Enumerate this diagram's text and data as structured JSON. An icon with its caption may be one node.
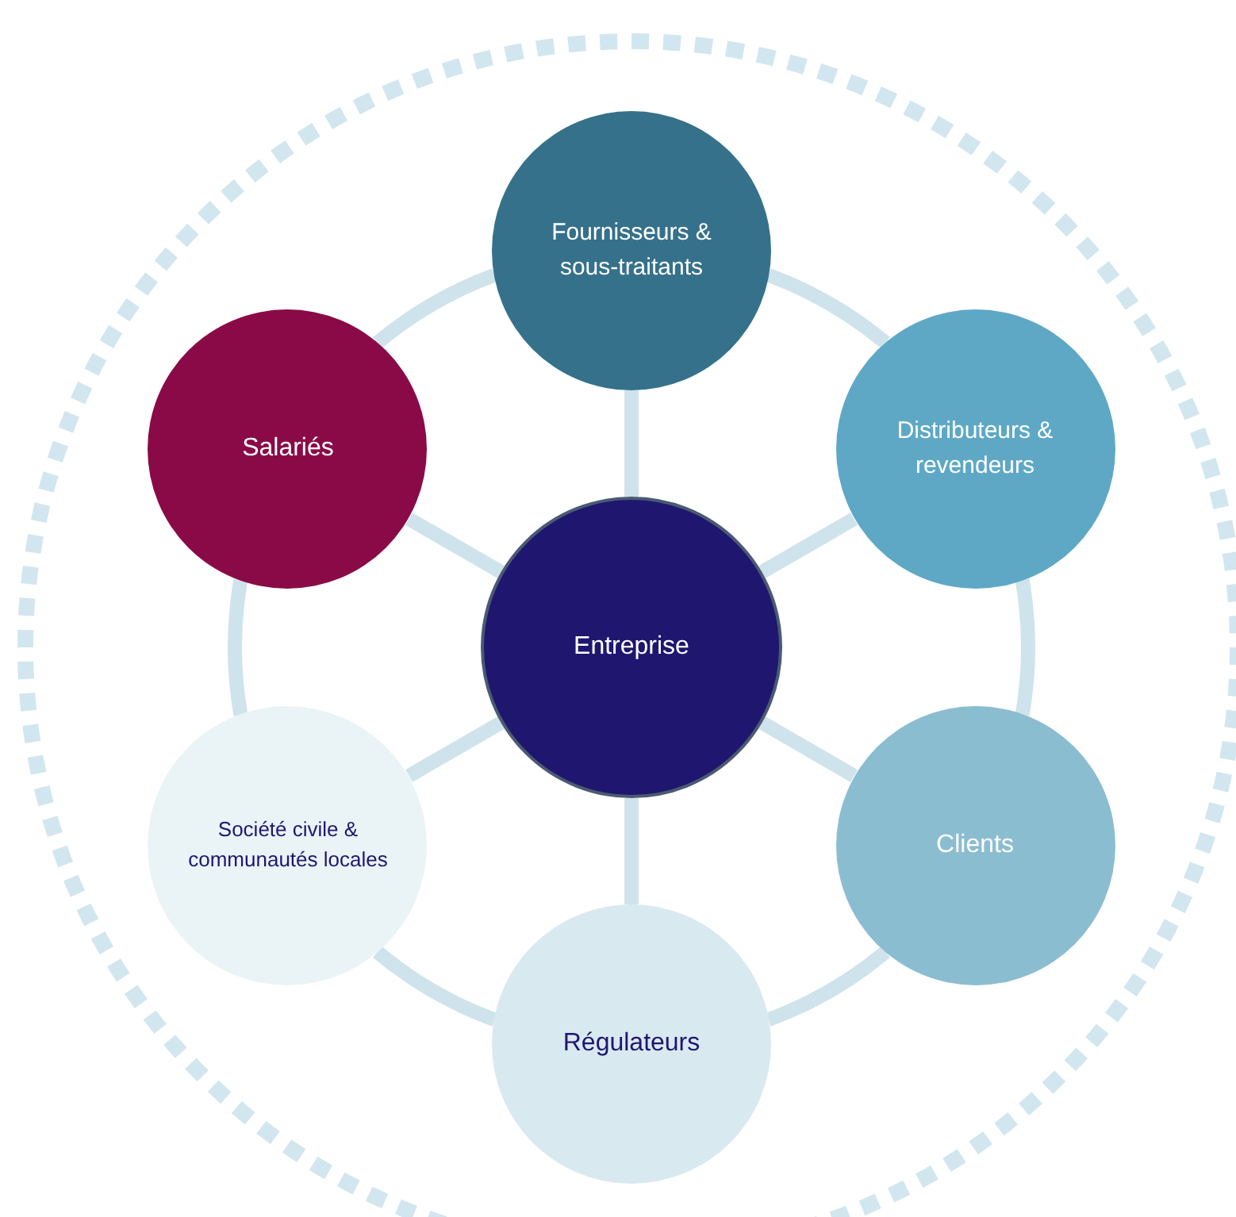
{
  "diagram": {
    "nodes": [
      {
        "text": [
          "Entreprise"
        ]
      },
      {
        "text": [
          "Fournisseurs & sous-traitants"
        ]
      },
      {
        "text": [
          "Distributeurs & revendeurs"
        ]
      },
      {
        "text": [
          "Clients"
        ]
      },
      {
        "text": [
          "Régulateurs"
        ]
      },
      {
        "text": [
          "Société civile & communautés locales"
        ]
      },
      {
        "text": [
          "Salariés"
        ]
      }
    ],
    "edges": [
      {
        "from": 0,
        "to": 1,
        "arrow": "none"
      },
      {
        "from": 0,
        "to": 2,
        "arrow": "none"
      },
      {
        "from": 0,
        "to": 3,
        "arrow": "none"
      },
      {
        "from": 0,
        "to": 4,
        "arrow": "none"
      },
      {
        "from": 0,
        "to": 5,
        "arrow": "none"
      },
      {
        "from": 0,
        "to": 6,
        "arrow": "none"
      },
      {
        "from": 1,
        "to": 2,
        "arrow": "none"
      },
      {
        "from": 2,
        "to": 3,
        "arrow": "none"
      },
      {
        "from": 3,
        "to": 4,
        "arrow": "none"
      },
      {
        "from": 4,
        "to": 5,
        "arrow": "none"
      },
      {
        "from": 5,
        "to": 6,
        "arrow": "none"
      },
      {
        "from": 6,
        "to": 1,
        "arrow": "none"
      }
    ]
  }
}
